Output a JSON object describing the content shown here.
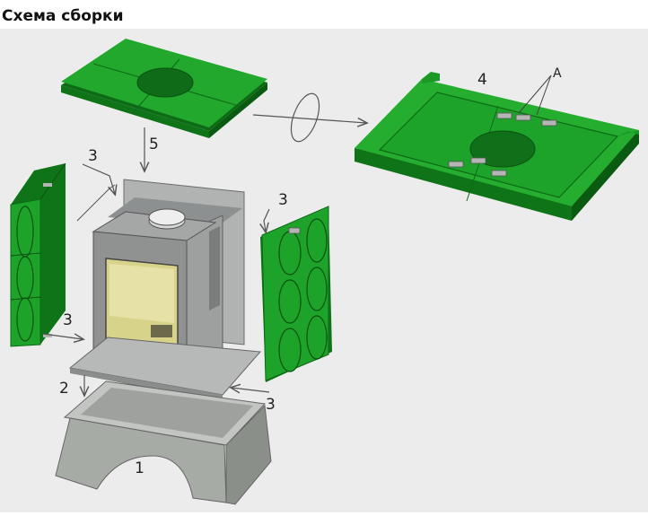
{
  "title": "Схема сборки",
  "callouts": {
    "base": "1",
    "bottom_plate": "2",
    "side_panels_upper_left": "3",
    "side_panels_upper_right": "3",
    "side_panels_lower_left": "3",
    "side_panels_lower_right": "3",
    "top_plate_detail": "4",
    "top_plate": "5",
    "brackets": "A"
  },
  "colors": {
    "panel_green": "#1ea32a",
    "panel_green_dark": "#0d6a15",
    "steel": "#9a9d9f",
    "steel_dark": "#55585a",
    "glass": "#d8d38a",
    "base_gray": "#a7aba6",
    "background": "#ececec"
  }
}
